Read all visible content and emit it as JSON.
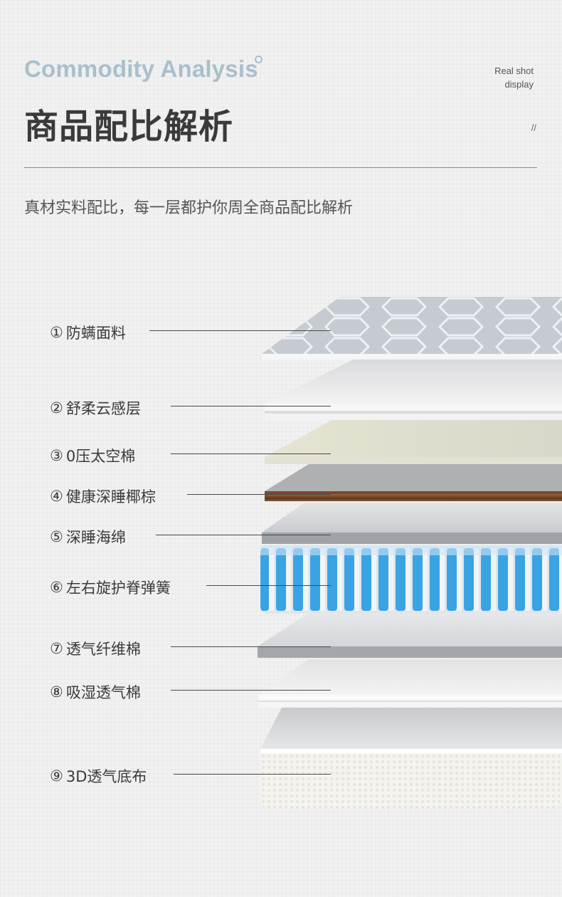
{
  "header": {
    "subtitle_en": "Commodity Analysis",
    "title": "商品配比解析",
    "real_shot_line1": "Real shot",
    "real_shot_line2": "display",
    "slashes": "//",
    "description": "真材实料配比，每一层都护你周全商品配比解析"
  },
  "layers": [
    {
      "num": "①",
      "name": "防螨面料"
    },
    {
      "num": "②",
      "name": "舒柔云感层"
    },
    {
      "num": "③",
      "name": "0压太空棉"
    },
    {
      "num": "④",
      "name": "健康深睡椰棕"
    },
    {
      "num": "⑤",
      "name": "深睡海绵"
    },
    {
      "num": "⑥",
      "name": "左右旋护脊弹簧"
    },
    {
      "num": "⑦",
      "name": "透气纤维棉"
    },
    {
      "num": "⑧",
      "name": "吸湿透气棉"
    },
    {
      "num": "⑨",
      "name": "3D透气底布"
    }
  ],
  "colors": {
    "accent": "#a9bfcc",
    "spring_blue": "#3aa3e3",
    "coir_brown": "#7a4a2a"
  }
}
